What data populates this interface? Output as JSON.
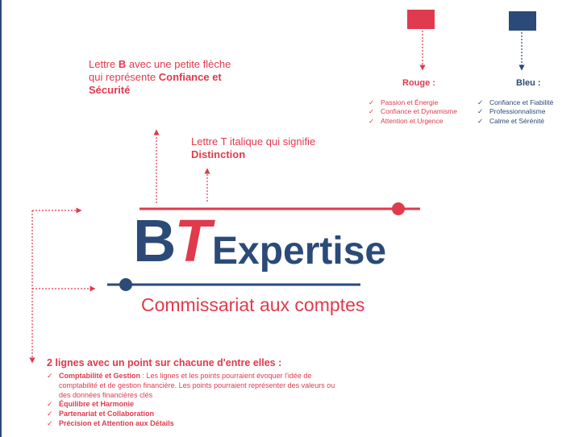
{
  "palette": {
    "red": "#e03a4d",
    "blue": "#2b4a78"
  },
  "colors": {
    "red_label": "Rouge :",
    "red_items": [
      "Passion et Énergie",
      "Confiance et Dynamisme",
      "Attention et Urgence"
    ],
    "blue_label": "Bleu :",
    "blue_items": [
      "Confiance et Fiabilité",
      "Professionnalisme",
      "Calme et Sérénité"
    ]
  },
  "notes": {
    "b_letter": {
      "t1": "Lettre ",
      "b1": "B",
      "t2": " avec une petite flèche qui représente ",
      "b2": "Confiance et Sécurité"
    },
    "t_letter": {
      "t1": "Lettre T italique qui signifie ",
      "b1": "Distinction"
    }
  },
  "logo": {
    "letter_b": "B",
    "letter_t": "T",
    "word": "Expertise",
    "tagline": "Commissariat aux comptes"
  },
  "lines_note": {
    "title": "2 lignes avec un point sur chacune d'entre elles :",
    "items": [
      {
        "bold": "Comptabilité et Gestion",
        "text": " : Les lignes et les points pourraient évoquer l'idée de comptabilité et de gestion financière. Les points pourraient représenter des valeurs ou des données financières clés"
      },
      {
        "bold": "Équilibre et Harmonie",
        "text": ""
      },
      {
        "bold": "Partenariat et Collaboration",
        "text": ""
      },
      {
        "bold": "Précision et Attention aux Détails",
        "text": ""
      }
    ]
  },
  "icons": {
    "check": "✓"
  }
}
